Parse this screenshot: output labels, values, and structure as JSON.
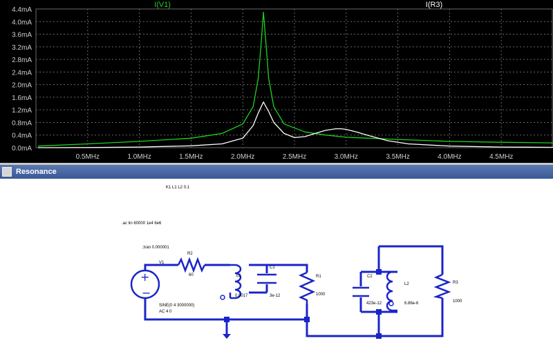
{
  "window": {
    "title": "Resonance"
  },
  "plot": {
    "trace_labels": [
      "I(V1)",
      "I(R3)"
    ],
    "trace_colors": [
      "#1fd31f",
      "#ffffff"
    ],
    "background": "#000000",
    "grid_color": "#6a6a6a"
  },
  "chart_data": {
    "type": "line",
    "xlim": [
      0,
      5
    ],
    "ylim": [
      0,
      4.4
    ],
    "x_ticks": [
      "0.5MHz",
      "1.0MHz",
      "1.5MHz",
      "2.0MHz",
      "2.5MHz",
      "3.0MHz",
      "3.5MHz",
      "4.0MHz",
      "4.5MHz"
    ],
    "x_tick_values": [
      0.5,
      1.0,
      1.5,
      2.0,
      2.5,
      3.0,
      3.5,
      4.0,
      4.5
    ],
    "y_ticks": [
      "0.0mA",
      "0.4mA",
      "0.8mA",
      "1.2mA",
      "1.6mA",
      "2.0mA",
      "2.4mA",
      "2.8mA",
      "3.2mA",
      "3.6mA",
      "4.0mA",
      "4.4mA"
    ],
    "y_tick_values": [
      0.0,
      0.4,
      0.8,
      1.2,
      1.6,
      2.0,
      2.4,
      2.8,
      3.2,
      3.6,
      4.0,
      4.4
    ],
    "series": [
      {
        "name": "I(V1)",
        "x": [
          0.02,
          0.5,
          1.0,
          1.5,
          1.8,
          2.0,
          2.1,
          2.15,
          2.18,
          2.2,
          2.22,
          2.25,
          2.3,
          2.4,
          2.6,
          2.8,
          3.0,
          3.5,
          4.0,
          4.5,
          5.0
        ],
        "y": [
          0.05,
          0.12,
          0.2,
          0.3,
          0.45,
          0.75,
          1.3,
          2.2,
          3.4,
          4.3,
          3.5,
          2.2,
          1.3,
          0.75,
          0.5,
          0.4,
          0.33,
          0.26,
          0.2,
          0.17,
          0.15
        ]
      },
      {
        "name": "I(R3)",
        "x": [
          0.02,
          0.5,
          1.0,
          1.5,
          1.8,
          2.0,
          2.1,
          2.15,
          2.2,
          2.25,
          2.3,
          2.4,
          2.5,
          2.6,
          2.7,
          2.8,
          2.9,
          2.95,
          3.0,
          3.1,
          3.2,
          3.4,
          3.6,
          4.0,
          4.5,
          5.0
        ],
        "y": [
          0.0,
          0.005,
          0.02,
          0.06,
          0.12,
          0.3,
          0.7,
          1.1,
          1.45,
          1.15,
          0.8,
          0.45,
          0.32,
          0.35,
          0.45,
          0.55,
          0.6,
          0.6,
          0.58,
          0.5,
          0.4,
          0.22,
          0.12,
          0.05,
          0.02,
          0.01
        ]
      }
    ]
  },
  "schematic": {
    "directives": [
      "K1 L1 L2 0.1",
      ".ac lin 60000 1e4 6e6",
      ";tran 0.000001"
    ],
    "source": {
      "name": "V1",
      "line1": "SINE(0 4 3000000)",
      "line2": "AC 4 0"
    },
    "R2": {
      "name": "R2",
      "value": "60"
    },
    "L1": {
      "name": "L1",
      "value": "0.0017"
    },
    "C1": {
      "name": "C1",
      "value": "3e-12"
    },
    "R1": {
      "name": "R1",
      "value": "1000"
    },
    "C2": {
      "name": "C2",
      "value": "423e-12"
    },
    "L2": {
      "name": "L2",
      "value": "6.86e-6"
    },
    "R3": {
      "name": "R3",
      "value": "1000"
    }
  }
}
